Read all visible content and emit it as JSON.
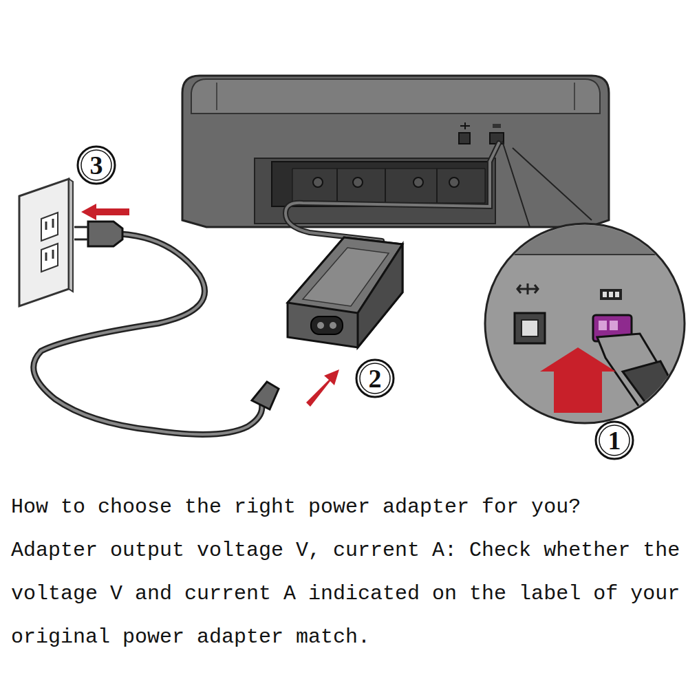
{
  "diagram": {
    "labels": [
      "3",
      "2",
      "1",
      "How to choose the right power adapter for you?",
      "Adapter output voltage V, current A: Check whether the voltage V and current A indicated on the label of your original power adapter match."
    ]
  }
}
